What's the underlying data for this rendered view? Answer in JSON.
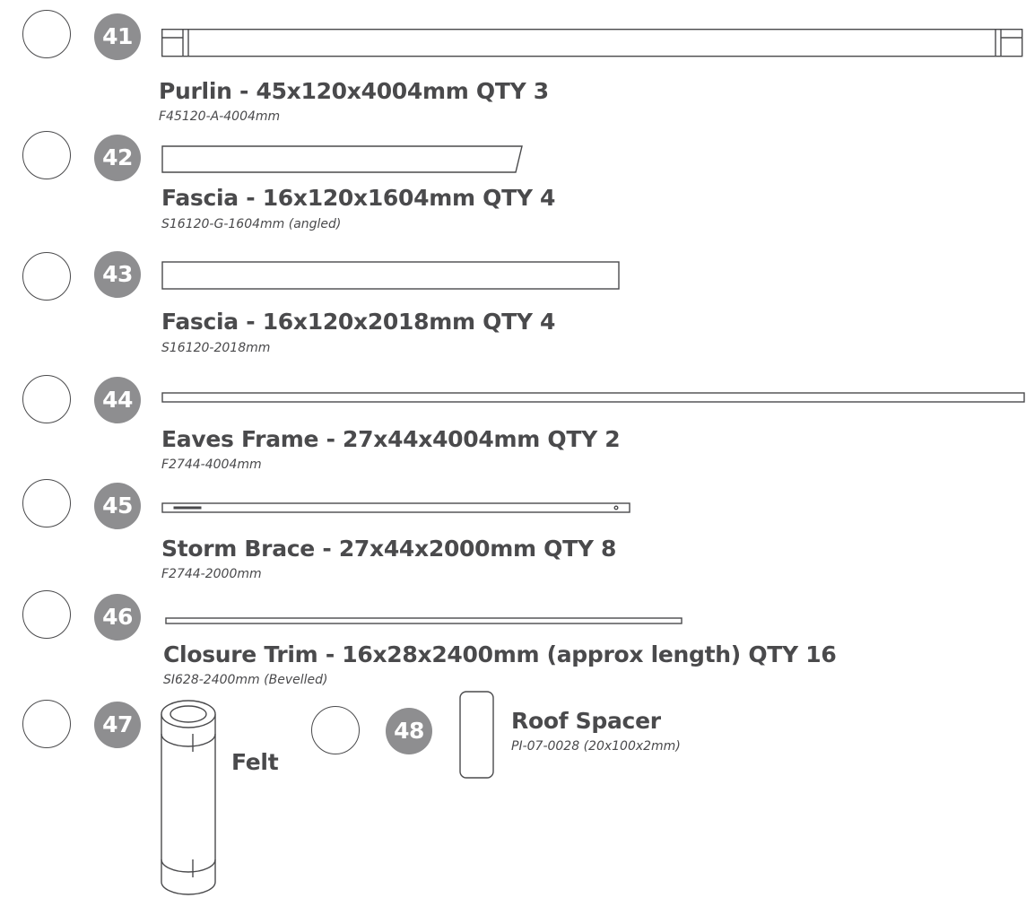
{
  "parts": [
    {
      "number": "41",
      "title": "Purlin - 45x120x4004mm QTY 3",
      "code": "F45120-A-4004mm"
    },
    {
      "number": "42",
      "title": "Fascia - 16x120x1604mm QTY 4",
      "code": "S16120-G-1604mm (angled)"
    },
    {
      "number": "43",
      "title": "Fascia - 16x120x2018mm QTY 4",
      "code": "S16120-2018mm"
    },
    {
      "number": "44",
      "title": "Eaves Frame - 27x44x4004mm QTY 2",
      "code": "F2744-4004mm"
    },
    {
      "number": "45",
      "title": "Storm Brace - 27x44x2000mm QTY 8",
      "code": "F2744-2000mm"
    },
    {
      "number": "46",
      "title": "Closure Trim - 16x28x2400mm (approx length) QTY 16",
      "code": "SI628-2400mm (Bevelled)"
    },
    {
      "number": "47",
      "title": "Felt",
      "code": ""
    },
    {
      "number": "48",
      "title": "Roof Spacer",
      "code": "PI-07-0028 (20x100x2mm)"
    }
  ]
}
